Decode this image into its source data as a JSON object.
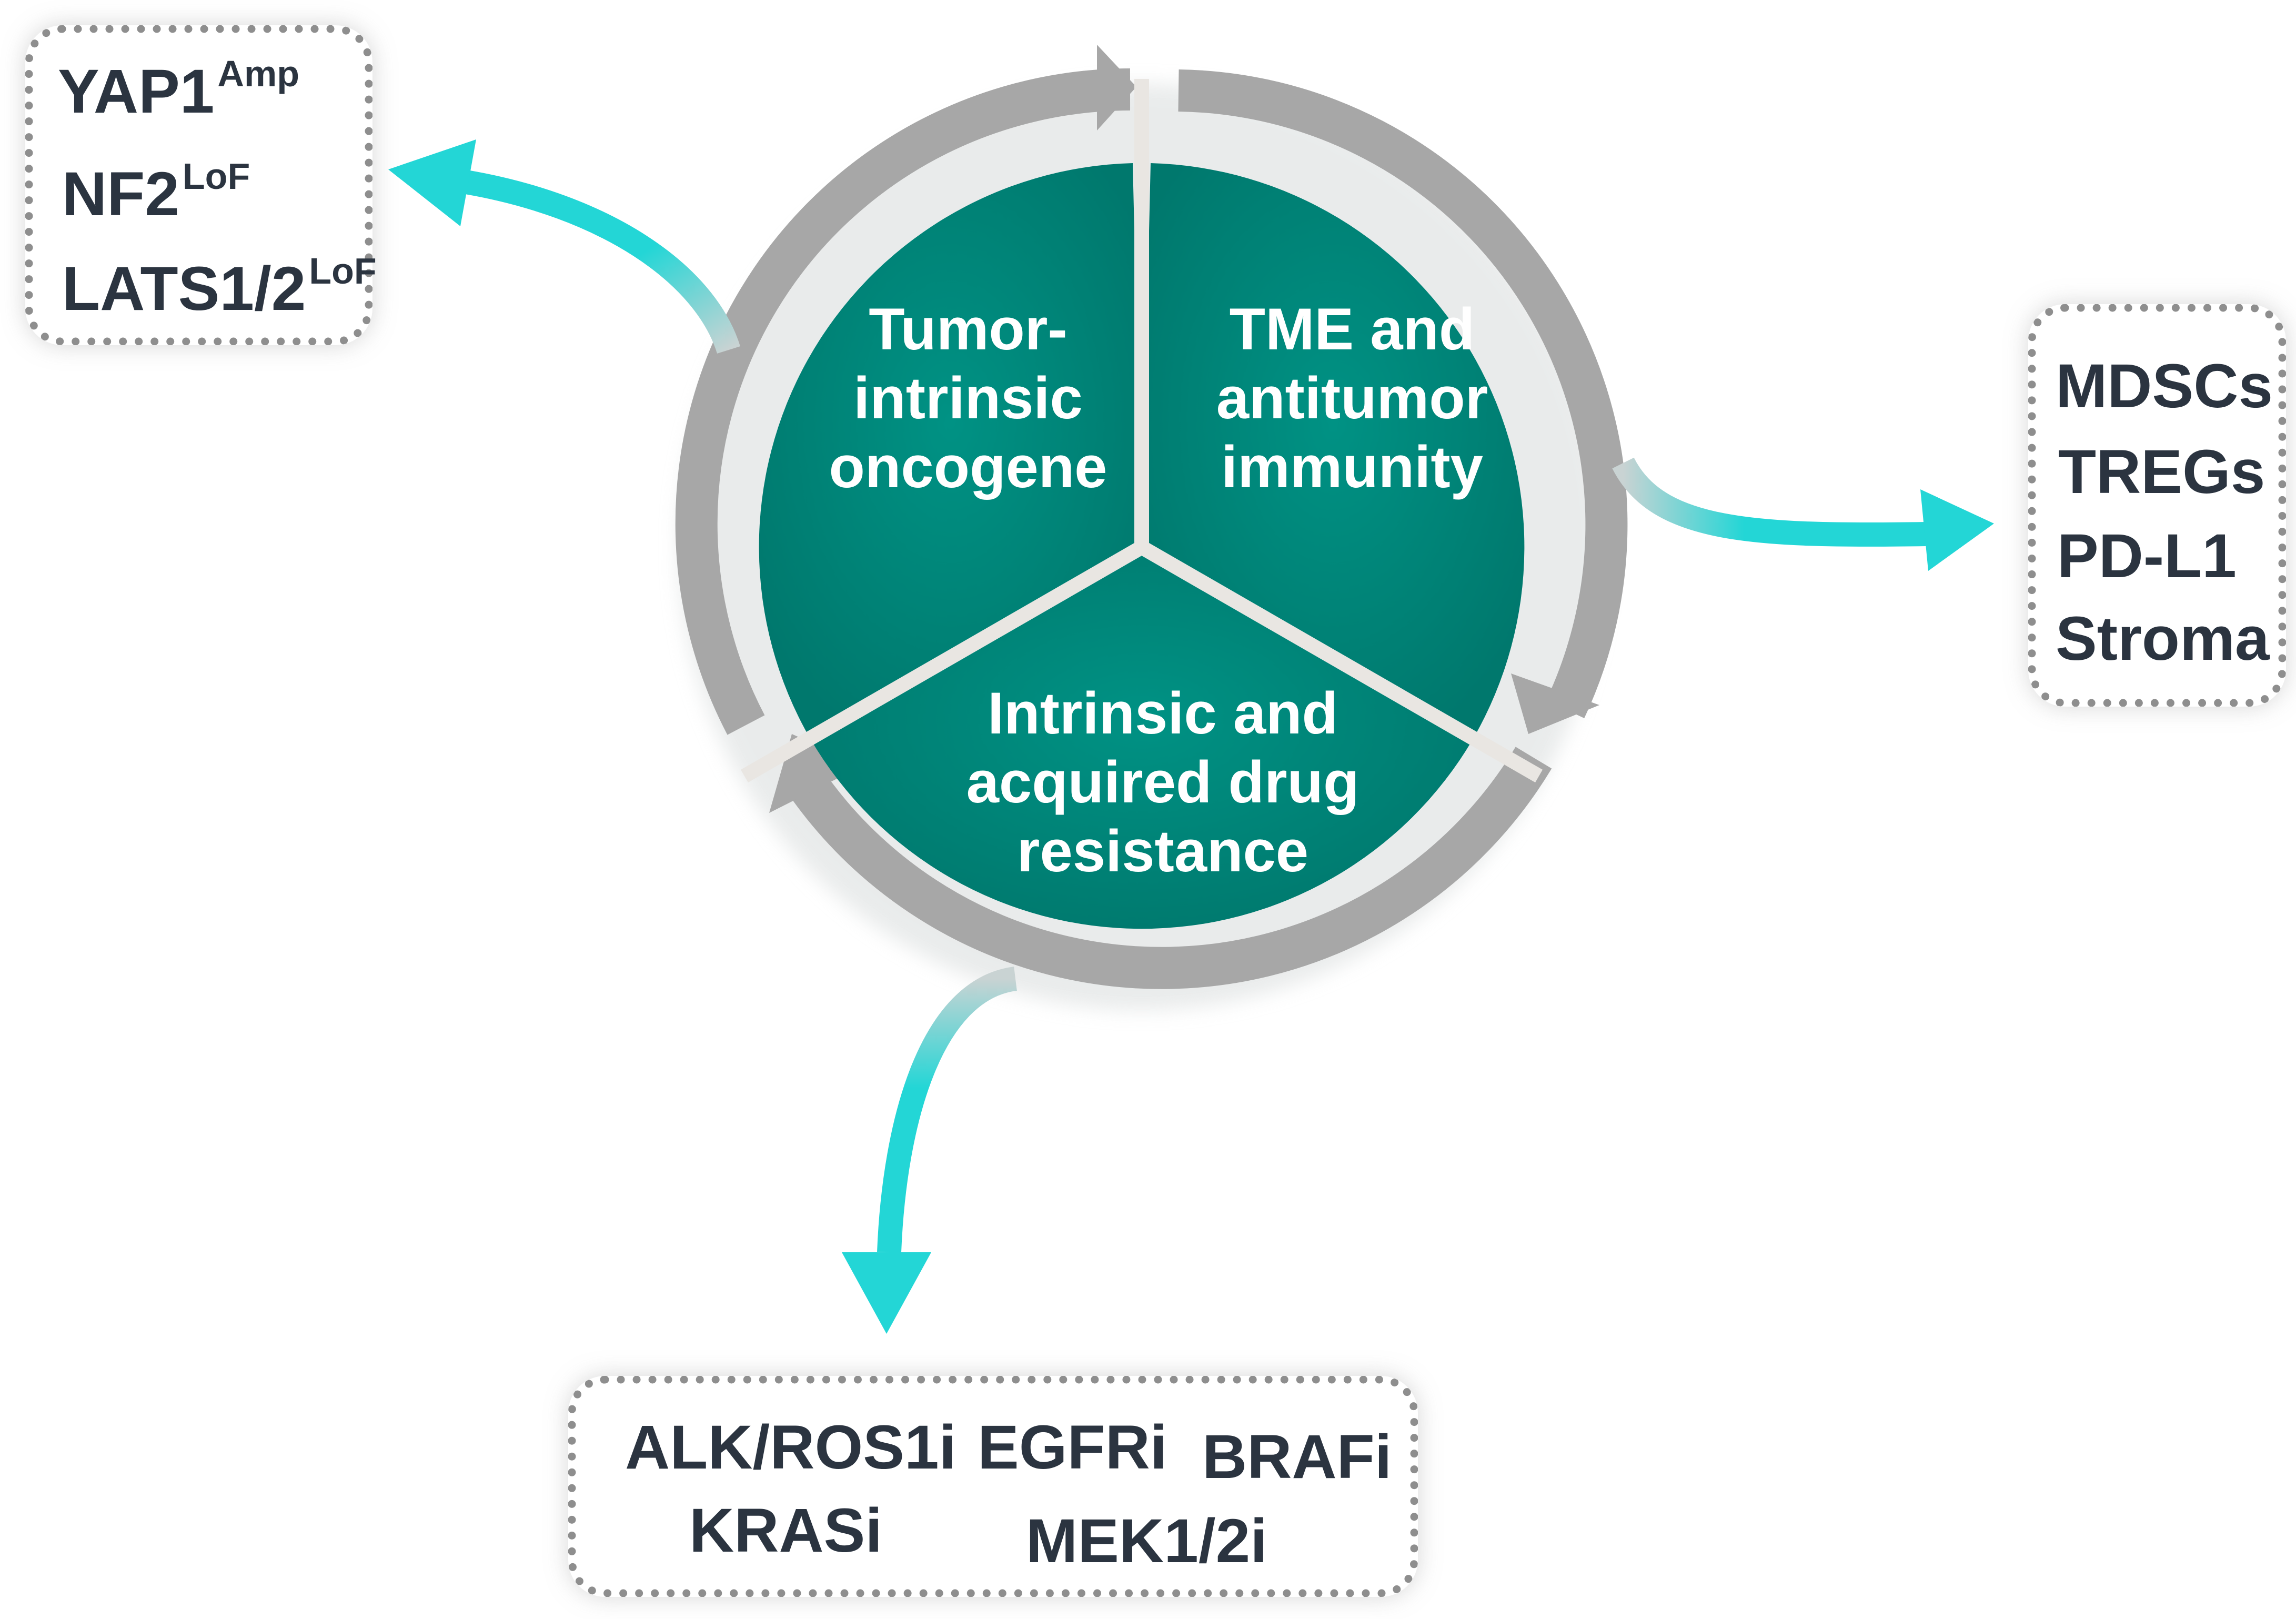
{
  "segments": {
    "oncogene": [
      "Tumor-",
      "intrinsic",
      "oncogene"
    ],
    "tme": [
      "TME and",
      "antitumor",
      "immunity"
    ],
    "resistance": [
      "Intrinsic and",
      "acquired drug",
      "resistance"
    ]
  },
  "hippo_box": {
    "items": [
      {
        "gene": "YAP1",
        "superscript": "Amp"
      },
      {
        "gene": "NF2",
        "superscript": "LoF"
      },
      {
        "gene": "LATS1/2",
        "superscript": "LoF"
      }
    ]
  },
  "immune_box": {
    "items": [
      "MDSCs",
      "TREGs",
      "PD-L1",
      "Stroma"
    ]
  },
  "drug_box": {
    "items": [
      "ALK/ROS1i",
      "EGFRi",
      "BRAFi",
      "KRASi",
      "MEK1/2i"
    ]
  },
  "colors": {
    "segment_fill": "#00857a",
    "ring": "#a7a7a7",
    "arrow": "#23d6d6",
    "text_dark": "#2b3440",
    "box_border": "#8e8e8e"
  }
}
